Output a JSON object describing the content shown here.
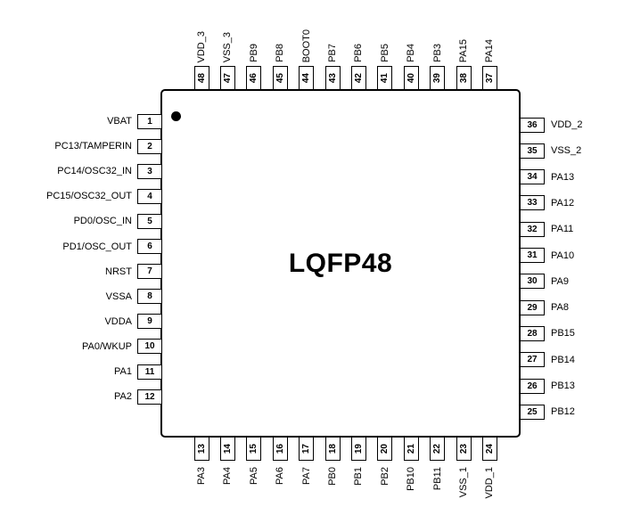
{
  "title": "LQFP48",
  "colors": {
    "line": "#000000",
    "background": "#ffffff"
  },
  "pins": {
    "left": [
      {
        "num": "1",
        "label": "VBAT"
      },
      {
        "num": "2",
        "label": "PC13/TAMPERIN"
      },
      {
        "num": "3",
        "label": "PC14/OSC32_IN"
      },
      {
        "num": "4",
        "label": "PC15/OSC32_OUT"
      },
      {
        "num": "5",
        "label": "PD0/OSC_IN"
      },
      {
        "num": "6",
        "label": "PD1/OSC_OUT"
      },
      {
        "num": "7",
        "label": "NRST"
      },
      {
        "num": "8",
        "label": "VSSA"
      },
      {
        "num": "9",
        "label": "VDDA"
      },
      {
        "num": "10",
        "label": "PA0/WKUP"
      },
      {
        "num": "11",
        "label": "PA1"
      },
      {
        "num": "12",
        "label": "PA2"
      }
    ],
    "top": [
      {
        "num": "48",
        "label": "VDD_3"
      },
      {
        "num": "47",
        "label": "VSS_3"
      },
      {
        "num": "46",
        "label": "PB9"
      },
      {
        "num": "45",
        "label": "PB8"
      },
      {
        "num": "44",
        "label": "BOOT0"
      },
      {
        "num": "43",
        "label": "PB7"
      },
      {
        "num": "42",
        "label": "PB6"
      },
      {
        "num": "41",
        "label": "PB5"
      },
      {
        "num": "40",
        "label": "PB4"
      },
      {
        "num": "39",
        "label": "PB3"
      },
      {
        "num": "38",
        "label": "PA15"
      },
      {
        "num": "37",
        "label": "PA14"
      }
    ],
    "right": [
      {
        "num": "36",
        "label": "VDD_2"
      },
      {
        "num": "35",
        "label": "VSS_2"
      },
      {
        "num": "34",
        "label": "PA13"
      },
      {
        "num": "33",
        "label": "PA12"
      },
      {
        "num": "32",
        "label": "PA11"
      },
      {
        "num": "31",
        "label": "PA10"
      },
      {
        "num": "30",
        "label": "PA9"
      },
      {
        "num": "29",
        "label": "PA8"
      },
      {
        "num": "28",
        "label": "PB15"
      },
      {
        "num": "27",
        "label": "PB14"
      },
      {
        "num": "26",
        "label": "PB13"
      },
      {
        "num": "25",
        "label": "PB12"
      }
    ],
    "bottom": [
      {
        "num": "13",
        "label": "PA3"
      },
      {
        "num": "14",
        "label": "PA4"
      },
      {
        "num": "15",
        "label": "PA5"
      },
      {
        "num": "16",
        "label": "PA6"
      },
      {
        "num": "17",
        "label": "PA7"
      },
      {
        "num": "18",
        "label": "PB0"
      },
      {
        "num": "19",
        "label": "PB1"
      },
      {
        "num": "20",
        "label": "PB2"
      },
      {
        "num": "21",
        "label": "PB10"
      },
      {
        "num": "22",
        "label": "PB11"
      },
      {
        "num": "23",
        "label": "VSS_1"
      },
      {
        "num": "24",
        "label": "VDD_1"
      }
    ]
  }
}
